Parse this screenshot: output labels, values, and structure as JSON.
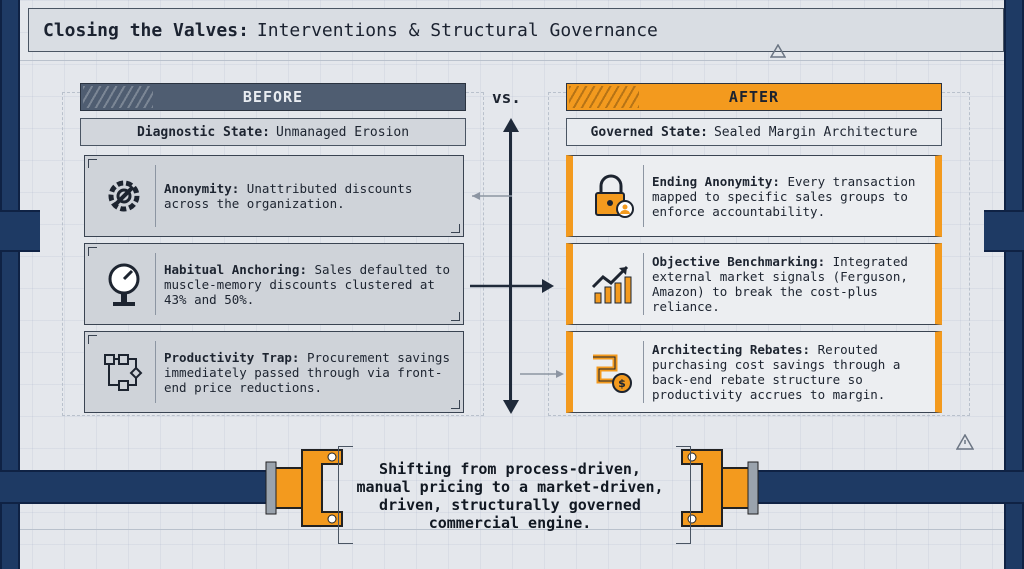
{
  "title": {
    "bold": "Closing the Valves:",
    "rest": "Interventions & Structural Governance"
  },
  "vs": "vs.",
  "before": {
    "header": "BEFORE",
    "state_label": "Diagnostic State:",
    "state_value": "Unmanaged Erosion",
    "cards": [
      {
        "title": "Anonymity:",
        "text": "Unattributed discounts across the organization.",
        "icon": "gear-wrench-icon"
      },
      {
        "title": "Habitual Anchoring:",
        "text": "Sales defaulted to muscle-memory discounts clustered at 43% and 50%.",
        "icon": "pressure-gauge-icon"
      },
      {
        "title": "Productivity Trap:",
        "text": "Procurement savings immediately passed through via front-end price reductions.",
        "icon": "flowchart-icon"
      }
    ]
  },
  "after": {
    "header": "AFTER",
    "state_label": "Governed State:",
    "state_value": "Sealed Margin Architecture",
    "cards": [
      {
        "title": "Ending Anonymity:",
        "text": "Every transaction mapped to specific sales groups to enforce accountability.",
        "icon": "lock-user-icon"
      },
      {
        "title": "Objective Benchmarking:",
        "text": "Integrated external market signals (Ferguson, Amazon) to break the cost-plus reliance.",
        "icon": "trend-chart-icon"
      },
      {
        "title": "Architecting Rebates:",
        "text": "Rerouted purchasing cost savings through a back-end rebate structure so productivity accrues to margin.",
        "icon": "pipe-dollar-icon"
      }
    ]
  },
  "footer": {
    "line1": "Shifting from process-driven,",
    "line2": "manual pricing to a market-driven,",
    "line3": "driven, structurally governed",
    "line4": "commercial engine."
  },
  "colors": {
    "accent": "#f39a1e",
    "slate": "#4f5d71",
    "pipe": "#1e3a64"
  }
}
